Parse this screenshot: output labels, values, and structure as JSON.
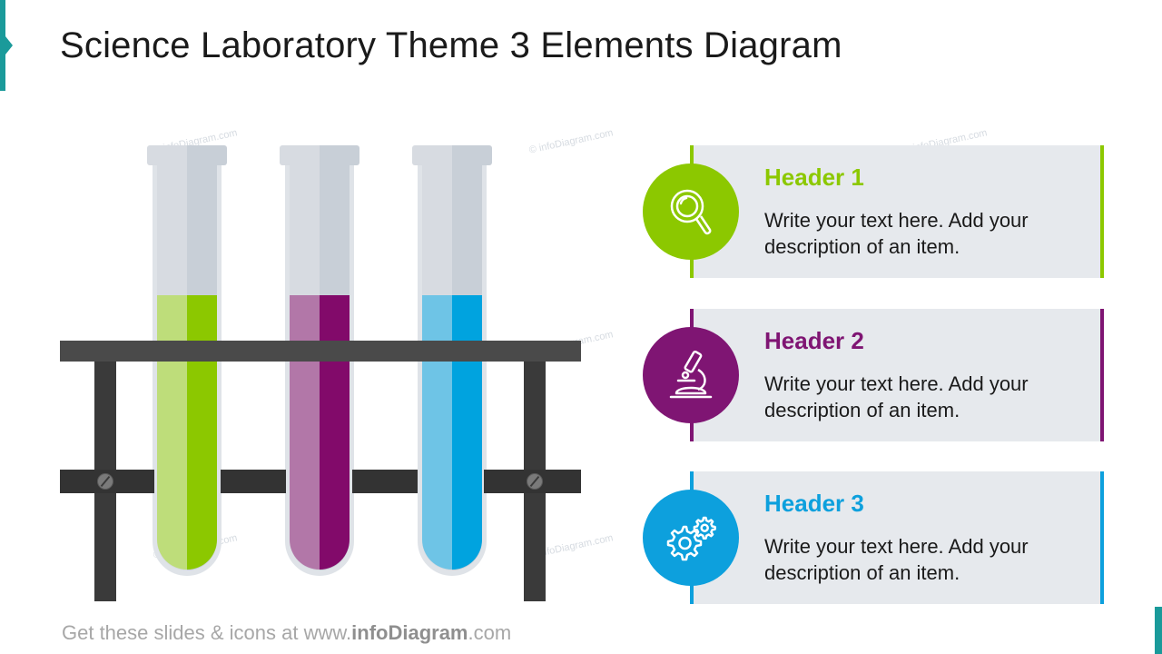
{
  "title": "Science Laboratory Theme 3 Elements Diagram",
  "watermark_text": "© infoDiagram.com",
  "tubes": [
    {
      "light": "#bedd7a",
      "dark": "#8cc800"
    },
    {
      "light": "#b277a8",
      "dark": "#820a6a"
    },
    {
      "light": "#6ec4e6",
      "dark": "#00a3df"
    }
  ],
  "items": [
    {
      "header": "Header 1",
      "text": "Write your text here. Add your description of an item.",
      "color": "#8cc800",
      "icon": "magnifier-icon"
    },
    {
      "header": "Header 2",
      "text": "Write your text here. Add your description of an item.",
      "color": "#7f1573",
      "icon": "microscope-icon"
    },
    {
      "header": "Header 3",
      "text": "Write your text here. Add your description of an item.",
      "color": "#0da0dd",
      "icon": "gears-icon"
    }
  ],
  "footer": {
    "prefix": "Get these slides & icons at www.",
    "brand": "infoDiagram",
    "suffix": ".com"
  }
}
